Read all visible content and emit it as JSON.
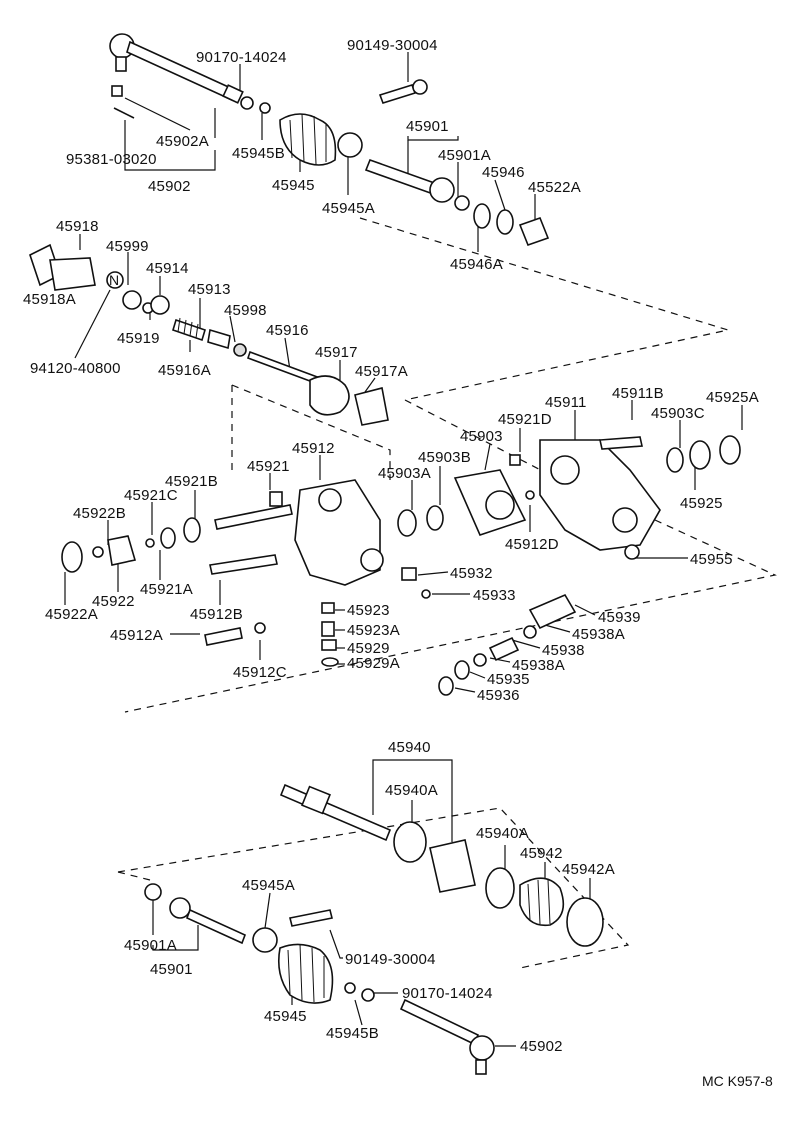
{
  "diagram": {
    "reference_code": "MC K957-8",
    "part_numbers": {
      "p90170_14024_top": "90170-14024",
      "p90149_30004_top": "90149-30004",
      "p45902A_top": "45902A",
      "p95381_03020": "95381-03020",
      "p45902_top": "45902",
      "p45945B_top": "45945B",
      "p45945_top": "45945",
      "p45945A_top": "45945A",
      "p45901_top": "45901",
      "p45901A_top": "45901A",
      "p45946": "45946",
      "p45522A": "45522A",
      "p45946A": "45946A",
      "p45918": "45918",
      "p45999": "45999",
      "p45914": "45914",
      "p45918A": "45918A",
      "p45913": "45913",
      "p45998": "45998",
      "p45919": "45919",
      "p45916": "45916",
      "p94120_40800": "94120-40800",
      "p45916A": "45916A",
      "p45917": "45917",
      "p45917A": "45917A",
      "p45911": "45911",
      "p45911B": "45911B",
      "p45925A": "45925A",
      "p45921D": "45921D",
      "p45903C": "45903C",
      "p45903": "45903",
      "p45912": "45912",
      "p45903B": "45903B",
      "p45921": "45921",
      "p45903A": "45903A",
      "p45925": "45925",
      "p45921B": "45921B",
      "p45922B": "45922B",
      "p45921C": "45921C",
      "p45912D": "45912D",
      "p45955": "45955",
      "p45922": "45922",
      "p45921A": "45921A",
      "p45932": "45932",
      "p45933": "45933",
      "p45922A": "45922A",
      "p45912B": "45912B",
      "p45923": "45923",
      "p45939": "45939",
      "p45923A": "45923A",
      "p45938A_1": "45938A",
      "p45912A": "45912A",
      "p45929": "45929",
      "p45938": "45938",
      "p45929A": "45929A",
      "p45938A_2": "45938A",
      "p45912C": "45912C",
      "p45935": "45935",
      "p45936": "45936",
      "p45940": "45940",
      "p45940A_1": "45940A",
      "p45940A_2": "45940A",
      "p45942": "45942",
      "p45942A": "45942A",
      "p45945A_bot": "45945A",
      "p45901A_bot": "45901A",
      "p45901_bot": "45901",
      "p90149_30004_bot": "90149-30004",
      "p45945_bot": "45945",
      "p90170_14024_bot": "90170-14024",
      "p45945B_bot": "45945B",
      "p45902_bot": "45902"
    },
    "symbols": {
      "n_marker": "N"
    }
  }
}
